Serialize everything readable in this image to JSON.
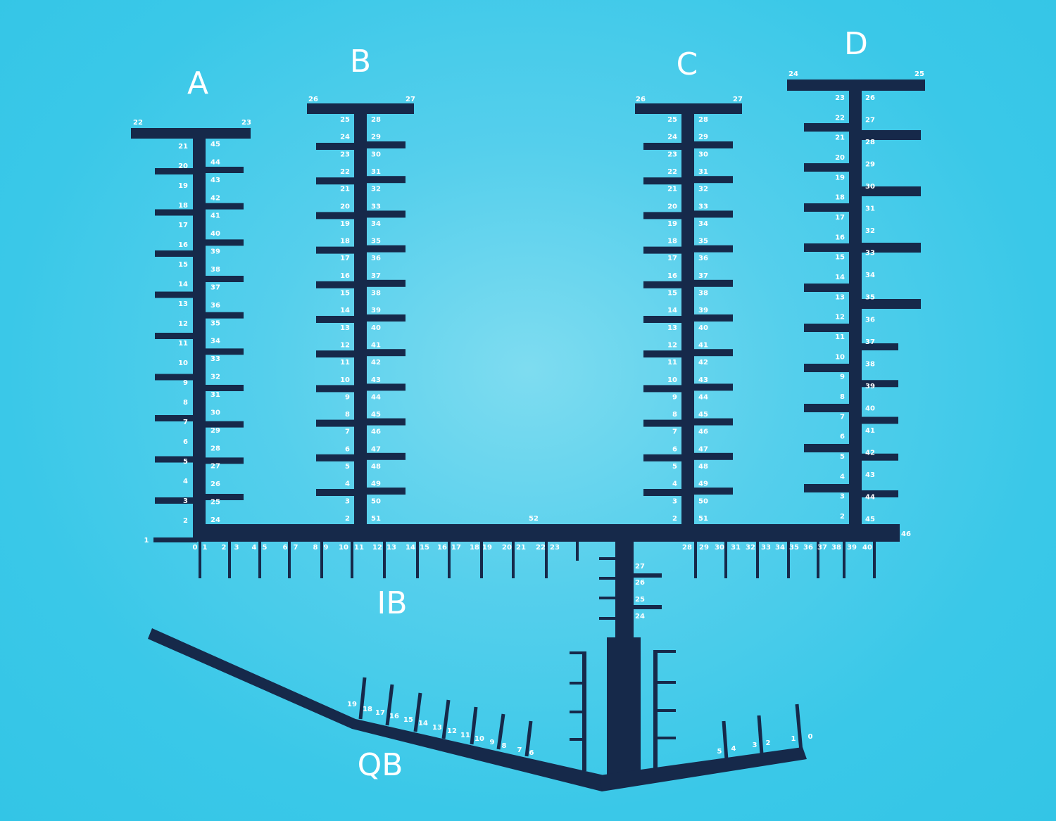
{
  "dock_labels": {
    "A": "A",
    "B": "B",
    "C": "C",
    "D": "D",
    "IB": "IB",
    "QB": "QB"
  },
  "colors": {
    "structure": "#16294a",
    "text": "#ffffff",
    "water": "#3ac8e8"
  },
  "dock_A": {
    "end_left": "22",
    "end_right": "23",
    "left": [
      "1",
      "2",
      "3",
      "4",
      "5",
      "6",
      "7",
      "8",
      "9",
      "10",
      "11",
      "12",
      "13",
      "14",
      "15",
      "16",
      "17",
      "18",
      "19",
      "20",
      "21"
    ],
    "right": [
      "24",
      "25",
      "26",
      "27",
      "28",
      "29",
      "30",
      "31",
      "32",
      "33",
      "34",
      "35",
      "36",
      "37",
      "38",
      "39",
      "40",
      "41",
      "42",
      "43",
      "44",
      "45"
    ]
  },
  "dock_B": {
    "end_left": "26",
    "end_right": "27",
    "left": [
      "2",
      "3",
      "4",
      "5",
      "6",
      "7",
      "8",
      "9",
      "10",
      "11",
      "12",
      "13",
      "14",
      "15",
      "16",
      "17",
      "18",
      "19",
      "20",
      "21",
      "22",
      "23",
      "24",
      "25"
    ],
    "right": [
      "28",
      "29",
      "30",
      "31",
      "32",
      "33",
      "34",
      "35",
      "36",
      "37",
      "38",
      "39",
      "40",
      "41",
      "42",
      "43",
      "44",
      "45",
      "46",
      "47",
      "48",
      "49",
      "50",
      "51"
    ]
  },
  "dock_C": {
    "end_left": "26",
    "end_right": "27",
    "left": [
      "2",
      "3",
      "4",
      "5",
      "6",
      "7",
      "8",
      "9",
      "10",
      "11",
      "12",
      "13",
      "14",
      "15",
      "16",
      "17",
      "18",
      "19",
      "20",
      "21",
      "22",
      "23",
      "24",
      "25"
    ],
    "right": [
      "28",
      "29",
      "30",
      "31",
      "32",
      "33",
      "34",
      "35",
      "36",
      "37",
      "38",
      "39",
      "40",
      "41",
      "42",
      "43",
      "44",
      "45",
      "46",
      "47",
      "48",
      "49",
      "50",
      "51"
    ]
  },
  "dock_D": {
    "end_left": "24",
    "end_right": "25",
    "left": [
      "2",
      "3",
      "4",
      "5",
      "6",
      "7",
      "8",
      "9",
      "10",
      "11",
      "12",
      "13",
      "14",
      "15",
      "16",
      "17",
      "18",
      "19",
      "20",
      "21",
      "22",
      "23"
    ],
    "right": [
      "26",
      "27",
      "28",
      "29",
      "30",
      "31",
      "32",
      "33",
      "34",
      "35",
      "36",
      "37",
      "38",
      "39",
      "40",
      "41",
      "42",
      "43",
      "44",
      "45"
    ]
  },
  "main_walkway": {
    "middle": "52",
    "end": "46"
  },
  "ib_slips": [
    "0",
    "1",
    "2",
    "3",
    "4",
    "5",
    "6",
    "7",
    "8",
    "9",
    "10",
    "11",
    "12",
    "13",
    "14",
    "15",
    "16",
    "17",
    "18",
    "19",
    "20",
    "21",
    "22",
    "23",
    "28",
    "29",
    "30",
    "31",
    "32",
    "33",
    "34",
    "35",
    "36",
    "37",
    "38",
    "39",
    "40"
  ],
  "connector": [
    "27",
    "26",
    "25",
    "24"
  ],
  "qb_left": [
    "19",
    "18",
    "17",
    "16",
    "15",
    "14",
    "13",
    "12",
    "11",
    "10",
    "9",
    "8",
    "7",
    "6"
  ],
  "qb_right": [
    "5",
    "4",
    "3",
    "2",
    "1",
    "0"
  ]
}
